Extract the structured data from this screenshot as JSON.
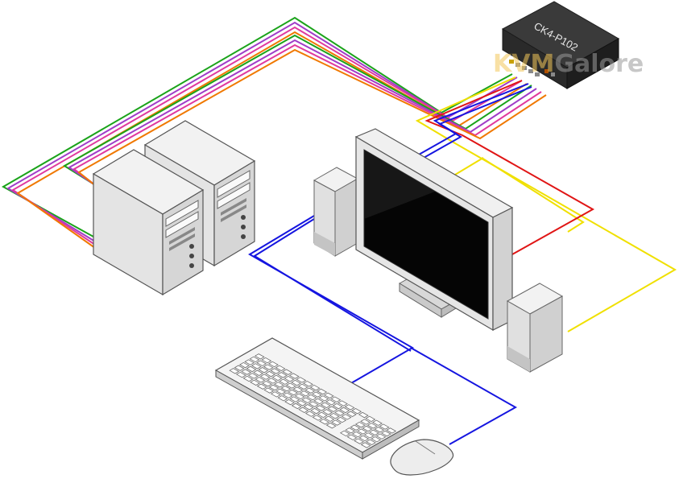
{
  "device": {
    "label": "CK4-P102"
  },
  "watermark": {
    "part_a": "KVM",
    "part_b": "Galore"
  },
  "colors": {
    "cable_green": "#1aa31a",
    "cable_purple": "#a03cc8",
    "cable_magenta": "#e0399d",
    "cable_orange": "#f07800",
    "cable_blue": "#1515e0",
    "cable_red": "#e01515",
    "cable_yellow": "#f0e000",
    "device_body": "#2f2f2f"
  },
  "icons": [
    "kvm-switch-icon",
    "computer-tower-icon",
    "monitor-icon",
    "speaker-icon",
    "keyboard-icon",
    "mouse-icon"
  ]
}
